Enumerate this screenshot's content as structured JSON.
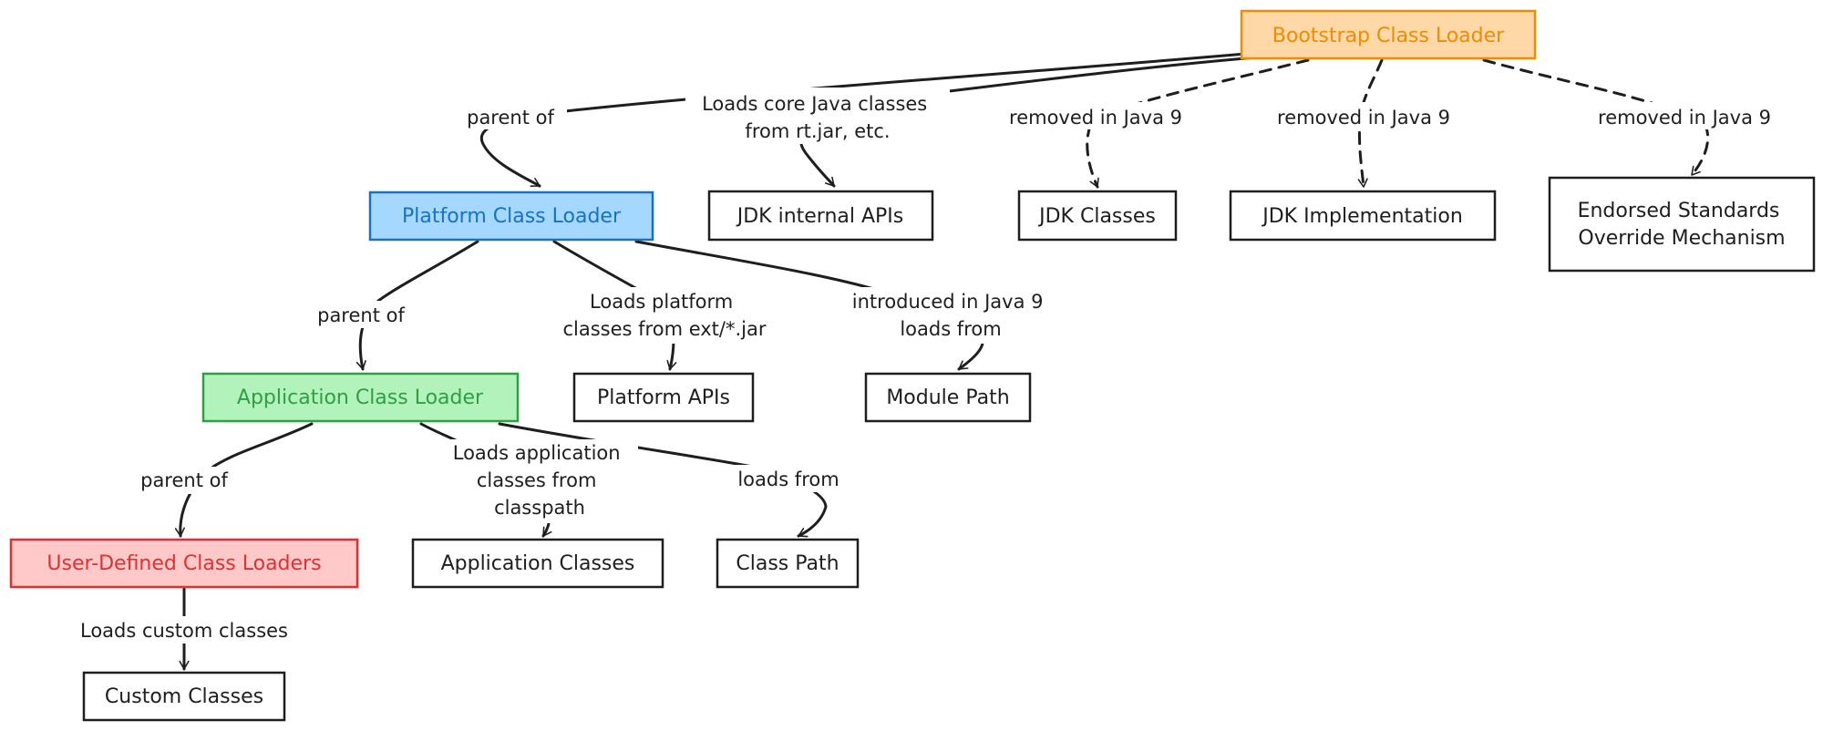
{
  "nodes": {
    "bootstrap": {
      "label": "Bootstrap Class Loader",
      "fill": "#ffd8a8",
      "stroke": "#f08c00",
      "text_color": "#f08c00"
    },
    "platform": {
      "label": "Platform Class Loader",
      "fill": "#a5d8ff",
      "stroke": "#1971c2",
      "text_color": "#1971c2"
    },
    "application": {
      "label": "Application Class Loader",
      "fill": "#b2f2bb",
      "stroke": "#2f9e44",
      "text_color": "#2f9e44"
    },
    "user_defined": {
      "label": "User-Defined Class Loaders",
      "fill": "#ffc9c9",
      "stroke": "#e03131",
      "text_color": "#e03131"
    },
    "jdk_internal": {
      "label": "JDK internal APIs"
    },
    "jdk_classes": {
      "label": "JDK Classes"
    },
    "jdk_impl": {
      "label": "JDK Implementation"
    },
    "endorsed": {
      "label": [
        "Endorsed Standards",
        "Override Mechanism"
      ]
    },
    "platform_apis": {
      "label": "Platform APIs"
    },
    "module_path": {
      "label": "Module Path"
    },
    "app_classes": {
      "label": "Application Classes"
    },
    "class_path": {
      "label": "Class Path"
    },
    "custom_classes": {
      "label": "Custom Classes"
    }
  },
  "edges": {
    "bootstrap_platform": {
      "label": [
        "parent of"
      ]
    },
    "bootstrap_internal": {
      "label": [
        "Loads core Java classes",
        "from rt.jar, etc."
      ]
    },
    "bootstrap_jdk_classes": {
      "label": [
        "removed in Java 9"
      ]
    },
    "bootstrap_jdk_impl": {
      "label": [
        "removed in Java 9"
      ]
    },
    "bootstrap_endorsed": {
      "label": [
        "removed in Java 9"
      ]
    },
    "platform_application": {
      "label": [
        "parent of"
      ]
    },
    "platform_apis": {
      "label": [
        "Loads platform",
        "classes from ext/*.jar"
      ]
    },
    "platform_module": {
      "label": [
        "introduced in Java 9",
        "loads from"
      ]
    },
    "application_user": {
      "label": [
        "parent of"
      ]
    },
    "application_classes": {
      "label": [
        "Loads application",
        "classes from",
        "classpath"
      ]
    },
    "application_classpath": {
      "label": [
        "loads from"
      ]
    },
    "user_custom": {
      "label": [
        "Loads custom classes"
      ]
    }
  },
  "colors": {
    "stroke": "#1e1e1e",
    "plain_fill": "#ffffff"
  }
}
